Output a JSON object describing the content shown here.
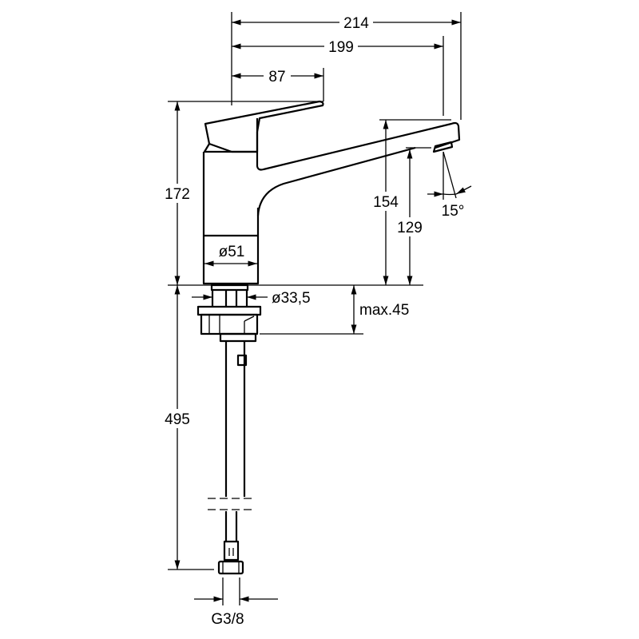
{
  "dimensions": {
    "overall_length": "214",
    "spout_reach": "199",
    "lever_length": "87",
    "total_height": "172",
    "spout_top_height": "154",
    "outlet_height": "129",
    "spray_angle": "15°",
    "body_diameter": "ø51",
    "shank_diameter": "ø33,5",
    "max_deck_thickness": "max.45",
    "hose_length": "495",
    "connection_thread": "G3/8"
  }
}
